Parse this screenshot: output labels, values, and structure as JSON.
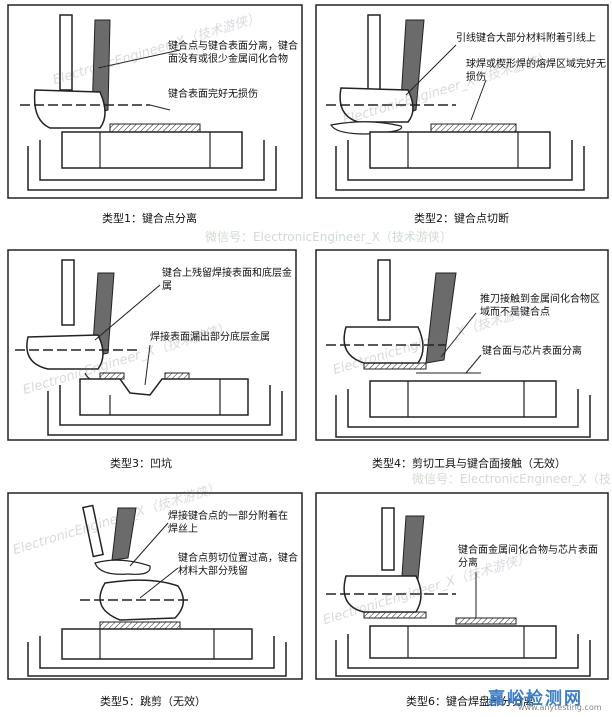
{
  "panels": [
    {
      "caption": "类型1：键合点分离",
      "annotations": [
        "键合点与键合表面分离，键合面没有或很少金属间化合物",
        "键合表面完好无损伤"
      ]
    },
    {
      "caption": "类型2：键合点切断",
      "annotations": [
        "引线键合大部分材料附着引线上",
        "球焊或楔形焊的熔焊区域完好无损伤"
      ]
    },
    {
      "caption": "类型3：凹坑",
      "annotations": [
        "键合上残留焊接表面和底层金属",
        "焊接表面漏出部分底层金属"
      ]
    },
    {
      "caption": "类型4：剪切工具与键合面接触（无效）",
      "annotations": [
        "推刀接触到金属间化合物区域而不是键合点",
        "键合面与芯片表面分离"
      ]
    },
    {
      "caption": "类型5：跳剪（无效）",
      "annotations": [
        "焊接键合点的一部分附着在焊丝上",
        "键合点剪切位置过高，键合材料大部分残留"
      ]
    },
    {
      "caption": "类型6：键合焊盘部分分离",
      "annotations": [
        "键合面金属间化合物与芯片表面分离"
      ]
    }
  ],
  "watermark": {
    "text": "ElectronicEngineer_X（技术游侠）",
    "wechat": "微信号：ElectronicEngineer_X（技术游侠）"
  },
  "brand": {
    "name": "嘉峪检测网",
    "sub": "www.anytesting.com"
  }
}
